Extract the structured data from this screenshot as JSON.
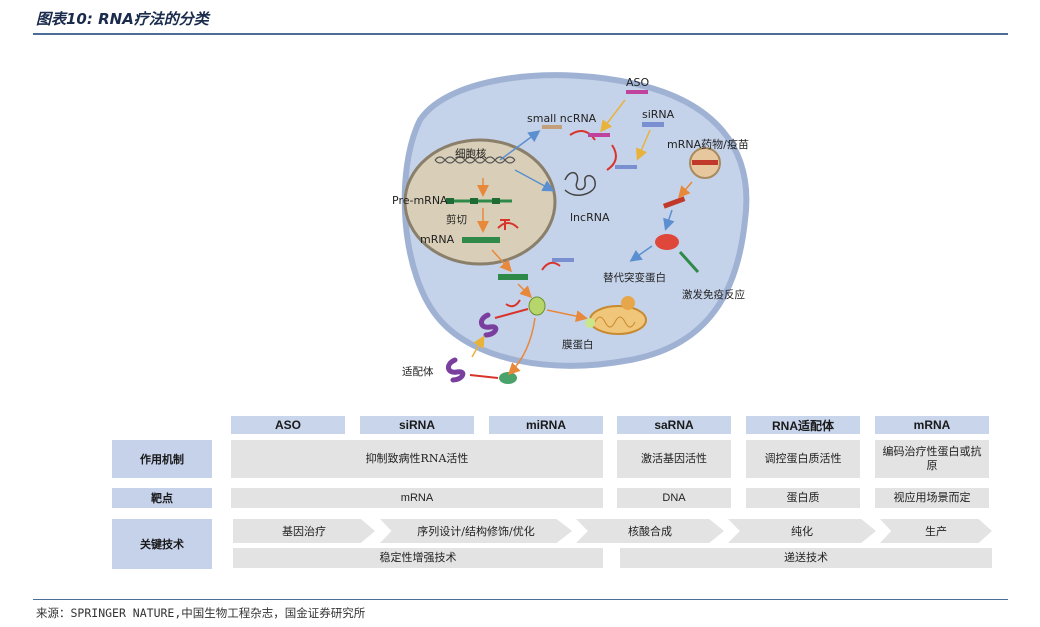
{
  "header": {
    "title": "图表10: RNA疗法的分类"
  },
  "diagram": {
    "labels": {
      "nucleus": "细胞核",
      "pre_mrna": "Pre-mRNA",
      "splicing": "剪切",
      "mrna": "mRNA",
      "small_ncrna": "small ncRNA",
      "lncrna": "lncRNA",
      "aso": "ASO",
      "sirna": "siRNA",
      "mrna_drug": "mRNA药物/疫苗",
      "replacement_protein": "替代突变蛋白",
      "immune_response": "激发免疫反应",
      "membrane_protein": "膜蛋白",
      "aptamer": "适配体"
    }
  },
  "table": {
    "headers": [
      "ASO",
      "siRNA",
      "miRNA",
      "saRNA",
      "RNA适配体",
      "mRNA"
    ],
    "row_labels": [
      "作用机制",
      "靶点",
      "关键技术"
    ],
    "mechanism": {
      "group": "抑制致病性RNA活性",
      "sarna": "激活基因活性",
      "aptamer": "调控蛋白质活性",
      "mrna": "编码治疗性蛋白或抗原"
    },
    "target": {
      "group": "mRNA",
      "sarna": "DNA",
      "aptamer": "蛋白质",
      "mrna": "视应用场景而定"
    },
    "tech_steps": [
      "基因治疗",
      "序列设计/结构修饰/优化",
      "核酸合成",
      "纯化",
      "生产"
    ],
    "tech_bottom": [
      "稳定性增强技术",
      "递送技术"
    ]
  },
  "footer": {
    "source": "来源：SPRINGER NATURE,中国生物工程杂志，国金证券研究所"
  },
  "colors": {
    "accent": "#4a6e96",
    "cell": "#c5d3ea",
    "nucleus": "#d9cfb8",
    "header": "#c9d5eb"
  }
}
